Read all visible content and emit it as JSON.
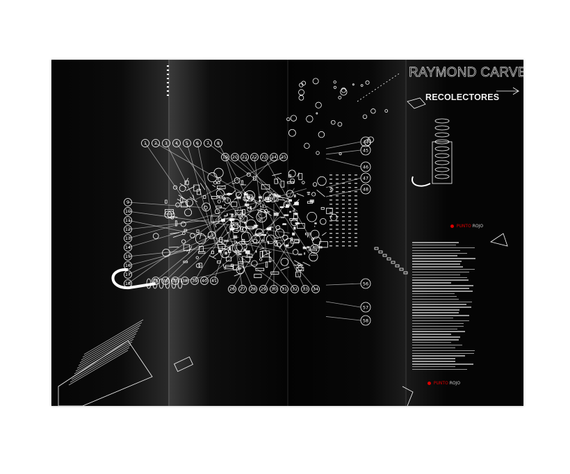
{
  "poster": {
    "author": "RAYMOND CARVER",
    "title": "RECOLECTORES",
    "brand_top": {
      "prefix": "PUNTO",
      "suffix": "ROJO"
    },
    "brand_bottom": {
      "prefix": "PUNTO",
      "suffix": "ROJO"
    }
  },
  "callouts": {
    "right": [
      "44",
      "45",
      "46",
      "47",
      "48",
      "56",
      "57",
      "58"
    ]
  },
  "colors": {
    "background": "#000000",
    "ink": "#ffffff",
    "accent": "#dd0000"
  }
}
